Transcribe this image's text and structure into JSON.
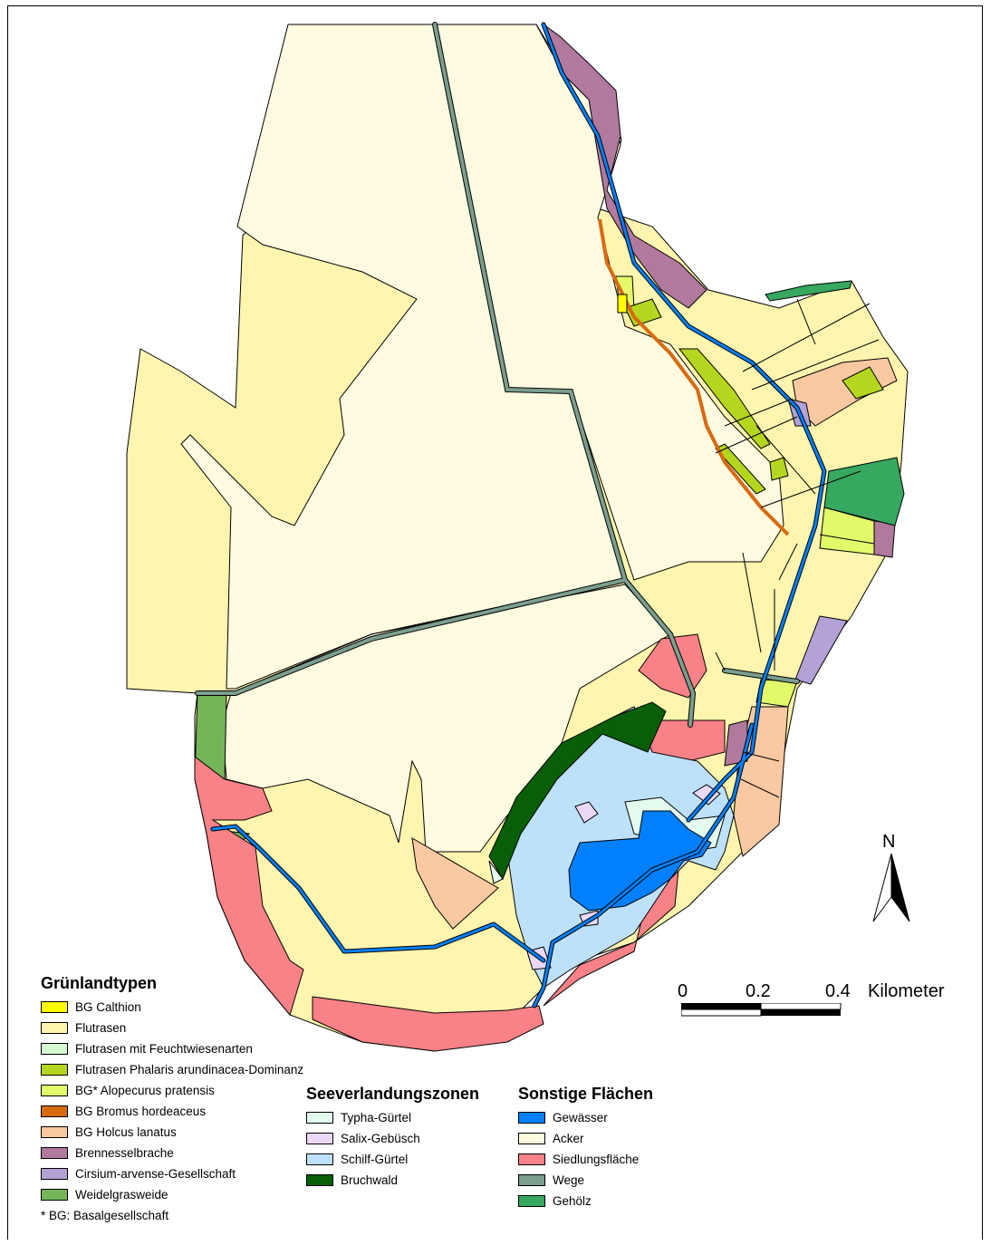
{
  "map": {
    "north_label": "N",
    "scale": {
      "ticks": [
        "0",
        "0.2",
        "0.4"
      ],
      "unit": "Kilometer"
    },
    "colors": {
      "calthion": "#ffff00",
      "flutrasen": "#fff5ae",
      "flutrasen_feucht": "#d6fbd2",
      "phalaris": "#b5d61f",
      "alopecurus": "#e2f96a",
      "bromus": "#d86a10",
      "holcus": "#fac9a1",
      "brennessel": "#b1799d",
      "cirsium": "#b2a2d6",
      "weidelgras": "#75b55a",
      "typha": "#e3fbef",
      "salix": "#ead9f6",
      "schilf": "#bde1fb",
      "bruchwald": "#085f08",
      "gewaesser": "#0080ff",
      "acker": "#fffbe1",
      "siedlung": "#f88287",
      "wege": "#7b9e8e",
      "gehoelz": "#36a860"
    }
  },
  "legend": {
    "gruenland": {
      "title": "Grünlandtypen",
      "items": [
        {
          "label": "BG Calthion",
          "color": "#ffff00"
        },
        {
          "label": "Flutrasen",
          "color": "#fff5ae"
        },
        {
          "label": "Flutrasen mit Feuchtwiesenarten",
          "color": "#d6fbd2"
        },
        {
          "label": "Flutrasen Phalaris arundinacea-Dominanz",
          "color": "#b5d61f"
        },
        {
          "label": "BG* Alopecurus pratensis",
          "color": "#e2f96a"
        },
        {
          "label": "BG Bromus hordeaceus",
          "color": "#d86a10"
        },
        {
          "label": "BG Holcus lanatus",
          "color": "#fac9a1"
        },
        {
          "label": "Brennesselbrache",
          "color": "#b1799d"
        },
        {
          "label": "Cirsium-arvense-Gesellschaft",
          "color": "#b2a2d6"
        },
        {
          "label": "Weidelgrasweide",
          "color": "#75b55a"
        }
      ],
      "note": "* BG: Basalgesellschaft"
    },
    "seeverlandung": {
      "title": "Seeverlandungszonen",
      "items": [
        {
          "label": "Typha-Gürtel",
          "color": "#e3fbef"
        },
        {
          "label": "Salix-Gebüsch",
          "color": "#ead9f6"
        },
        {
          "label": "Schilf-Gürtel",
          "color": "#bde1fb"
        },
        {
          "label": "Bruchwald",
          "color": "#085f08"
        }
      ]
    },
    "sonstige": {
      "title": "Sonstige Flächen",
      "items": [
        {
          "label": "Gewässer",
          "color": "#0080ff"
        },
        {
          "label": "Acker",
          "color": "#fffbe1"
        },
        {
          "label": "Siedlungsfläche",
          "color": "#f88287"
        },
        {
          "label": "Wege",
          "color": "#7b9e8e"
        },
        {
          "label": "Gehölz",
          "color": "#36a860"
        }
      ]
    }
  }
}
